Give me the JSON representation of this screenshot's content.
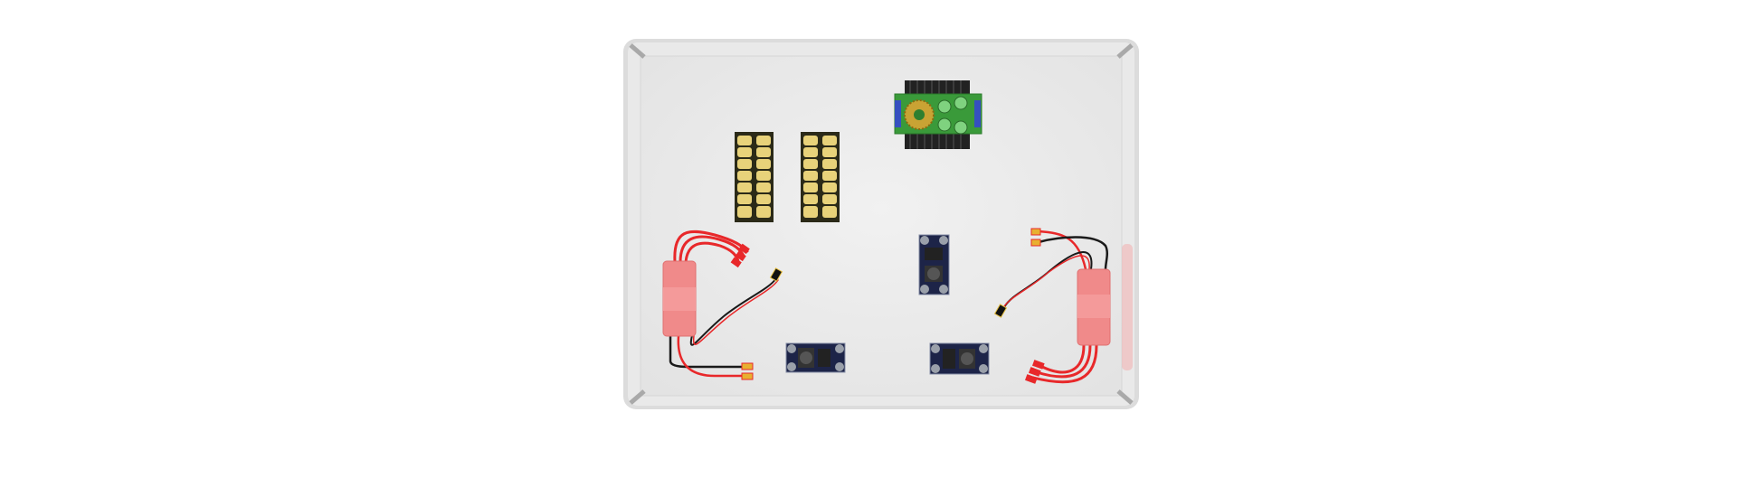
{
  "scene": {
    "background": "#ffffff",
    "tray_color": "#e6e6e6",
    "tray_floor_color": "#ececec",
    "esc_color": "#f08a8a",
    "wire_red": "#e8282a",
    "wire_black": "#1a1a1a",
    "terminal_color": "#e8d27a",
    "buck_pcb_color": "#3a9a3a",
    "module_pcb_color": "#1d2448",
    "components": [
      "buck-converter",
      "terminal-block",
      "terminal-block",
      "step-down-module",
      "step-down-module",
      "step-down-module",
      "esc",
      "esc"
    ]
  }
}
